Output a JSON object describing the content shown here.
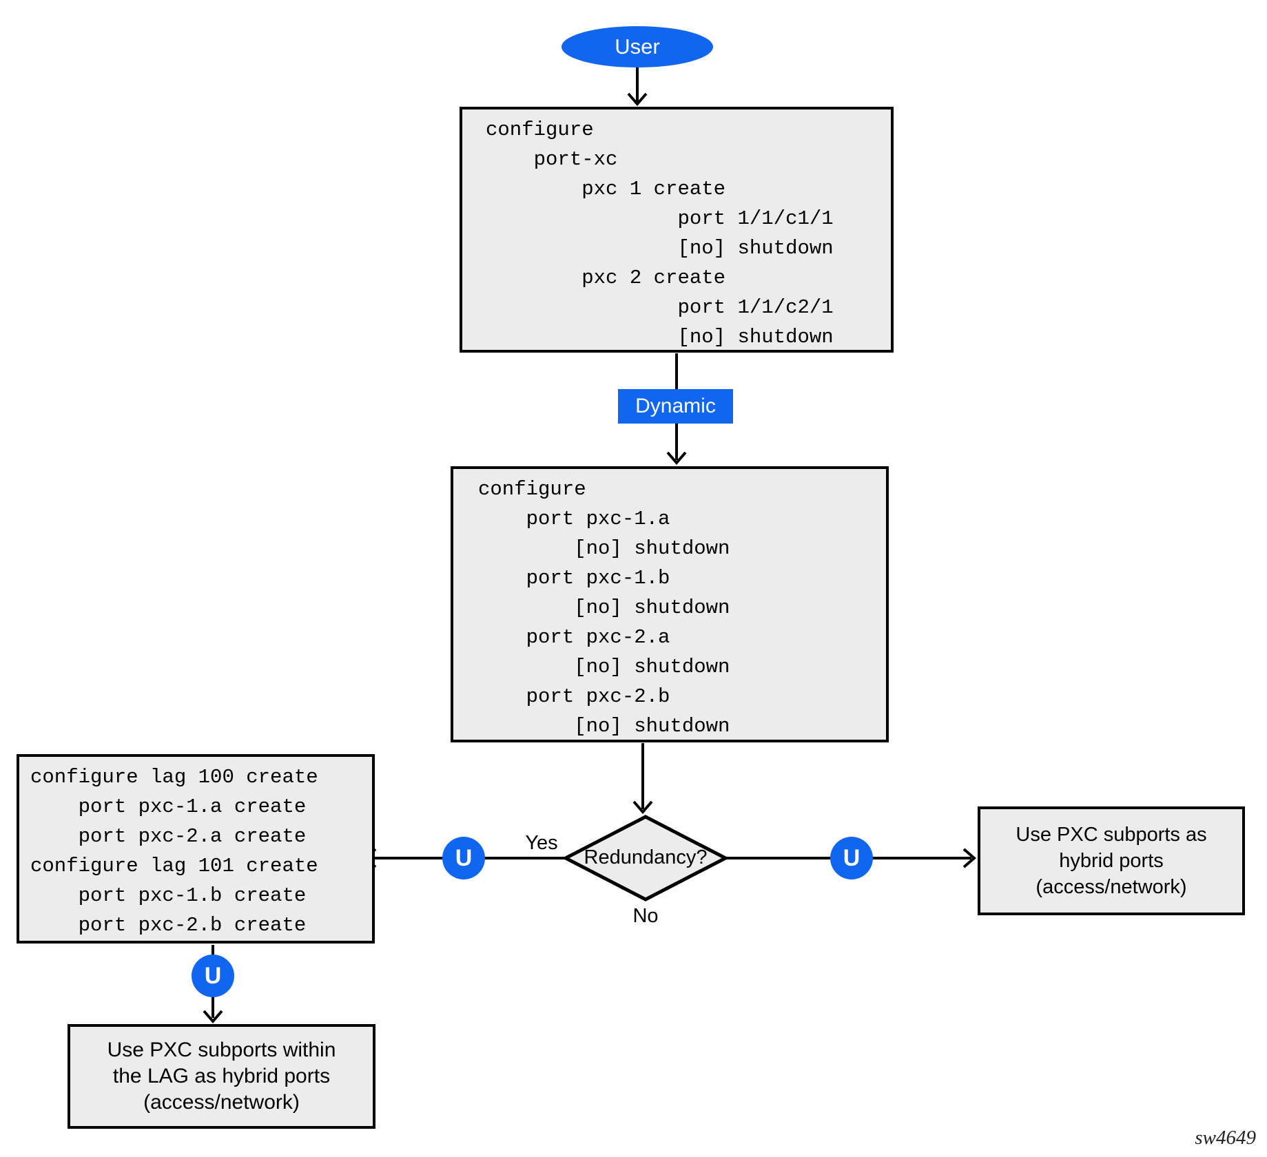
{
  "diagram": {
    "start": {
      "label": "User"
    },
    "edge_label": {
      "label": "Dynamic"
    },
    "code_boxes": {
      "port_xc": "configure\n    port-xc\n        pxc 1 create\n                port 1/1/c1/1\n                [no] shutdown\n        pxc 2 create\n                port 1/1/c2/1\n                [no] shutdown",
      "pxc_subports": "configure\n    port pxc-1.a\n        [no] shutdown\n    port pxc-1.b\n        [no] shutdown\n    port pxc-2.a\n        [no] shutdown\n    port pxc-2.b\n        [no] shutdown",
      "lag": "configure lag 100 create\n    port pxc-1.a create\n    port pxc-2.a create\nconfigure lag 101 create\n    port pxc-1.b create\n    port pxc-2.b create"
    },
    "decision": {
      "label": "Redundancy?",
      "yes": "Yes",
      "no": "No"
    },
    "results": {
      "hybrid": "Use PXC subports as\nhybrid ports\n(access/network)",
      "lag_hybrid": "Use PXC subports within\nthe LAG as hybrid ports\n(access/network)"
    },
    "badges": {
      "u": "U"
    },
    "figure_id": "sw4649",
    "colors": {
      "accent_blue": "#1166EF",
      "node_fill": "#ECECEC",
      "stroke": "#000000"
    }
  }
}
